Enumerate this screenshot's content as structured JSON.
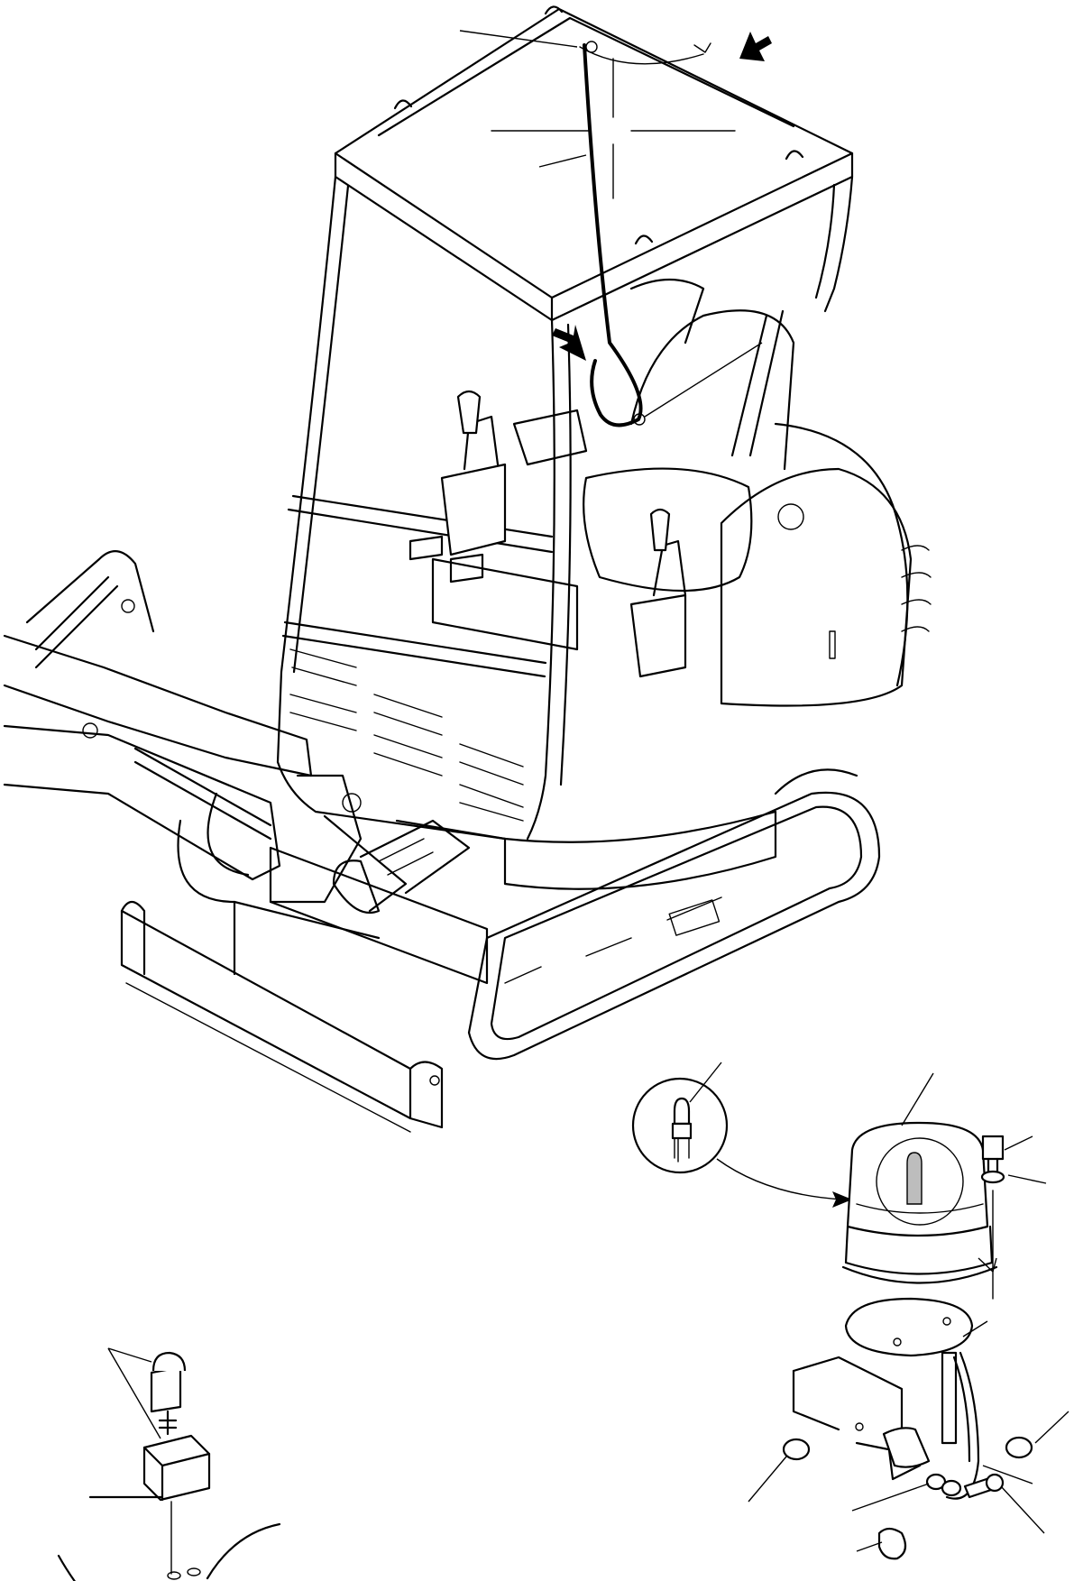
{
  "figure": {
    "kind": "parts-exploded-view",
    "subject": "mini-excavator-rotating-beacon-kit",
    "line_color": "#000000",
    "background": "#ffffff"
  },
  "callouts_visible": 14,
  "icons": [
    "arrow-pointer-icon",
    "bulb-icon"
  ]
}
